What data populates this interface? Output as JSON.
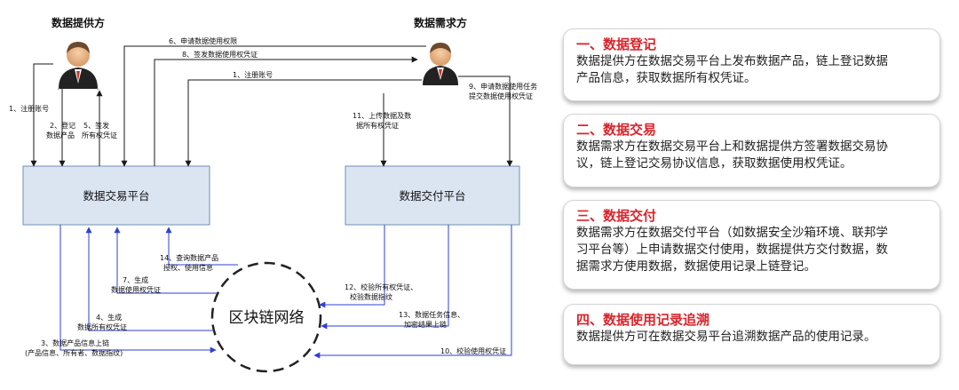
{
  "actors": {
    "provider": "数据提供方",
    "demander": "数据需求方"
  },
  "platforms": {
    "exchange": "数据交易平台",
    "delivery": "数据交付平台"
  },
  "blockchain": "区块链网络",
  "steps": {
    "s1a": "1、注册账号",
    "s1b": "1、注册账号",
    "s2": [
      "2、登记",
      "数据产品"
    ],
    "s5": [
      "5、签发",
      "所有权凭证"
    ],
    "s6": "6、申请数据使用权限",
    "s8": "8、签发数据使用权凭证",
    "s9": [
      "9、申请数据使用任务",
      "提交数据使用权凭证"
    ],
    "s11": [
      "11、上传数据及数",
      "据所有权凭证"
    ],
    "s14": [
      "14、查询数据产品",
      "授权、使用信息"
    ],
    "s7": [
      "7、生成",
      "数据使用权凭证"
    ],
    "s4": [
      "4、生成",
      "数据所有权凭证"
    ],
    "s3": [
      "3、数据产品信息上链",
      "(产品信息、所有者、数据指纹)"
    ],
    "s12": [
      "12、校验所有权凭证、",
      "校验数据指纹"
    ],
    "s13": [
      "13、数据任务信息、",
      "加密结果上链"
    ],
    "s10": "10、校验使用权凭证"
  },
  "cards": [
    {
      "title": "一、数据登记",
      "lines": [
        "数据提供方在数据交易平台上发布数据产品，链上登记数据",
        "产品信息，获取数据所有权凭证。"
      ]
    },
    {
      "title": "二、数据交易",
      "lines": [
        "数据需求方在数据交易平台上和数据提供方签署数据交易协",
        "议，链上登记交易协议信息，获取数据使用权凭证。"
      ]
    },
    {
      "title": "三、数据交付",
      "lines": [
        "数据需求方在数据交付平台（如数据安全沙箱环境、联邦学",
        "习平台等）上申请数据交付使用，数据提供方交付数据，数",
        "据需求方使用数据，数据使用记录上链登记。"
      ]
    },
    {
      "title": "四、数据使用记录追溯",
      "lines": [
        "数据提供方可在数据交易平台追溯数据产品的使用记录。"
      ]
    }
  ],
  "colors": {
    "platform_fill": "#dbe4f1",
    "platform_border": "#6f8fb8",
    "arrow_black": "#1a1a1a",
    "arrow_blue": "#2f3fd6",
    "card_title": "#d9242b"
  }
}
